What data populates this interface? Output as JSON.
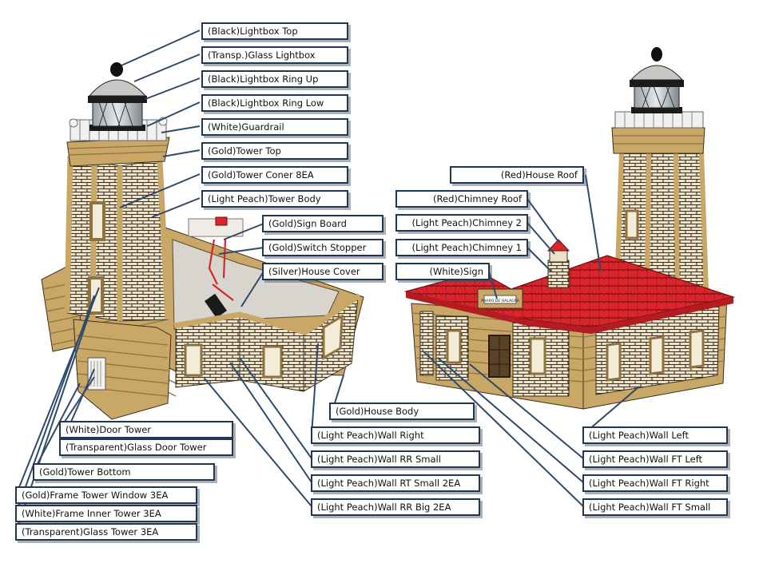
{
  "labels": {
    "lightbox_top": "(Black)Lightbox Top",
    "glass_lightbox": "(Transp.)Glass Lightbox",
    "lightbox_ring_up": "(Black)Lightbox Ring Up",
    "lightbox_ring_low": "(Black)Lightbox Ring Low",
    "guardrail": "(White)Guardrail",
    "tower_top": "(Gold)Tower Top",
    "tower_corner": "(Gold)Tower Coner 8EA",
    "tower_body": "(Light Peach)Tower Body",
    "sign_board": "(Gold)Sign Board",
    "switch_stopper": "(Gold)Switch Stopper",
    "house_cover": "(Silver)House Cover",
    "house_roof": "(Red)House Roof",
    "chimney_roof": "(Red)Chimney Roof",
    "chimney_2": "(Light Peach)Chimney  2",
    "chimney_1": "(Light Peach)Chimney  1",
    "sign": "(White)Sign",
    "door_tower": "(White)Door Tower",
    "glass_door_tower": "(Transparent)Glass Door Tower",
    "tower_bottom": "(Gold)Tower Bottom",
    "frame_tower_window": "(Gold)Frame Tower Window 3EA",
    "frame_inner_tower": "(White)Frame Inner Tower 3EA",
    "glass_tower": "(Transparent)Glass Tower 3EA",
    "house_body": "(Gold)House Body",
    "wall_right": "(Light Peach)Wall Right",
    "wall_rr_small": "(Light Peach)Wall RR Small",
    "wall_rt_small": "(Light Peach)Wall RT Small  2EA",
    "wall_rr_big": "(Light Peach)Wall RR Big 2EA",
    "wall_left": "(Light Peach)Wall  Left",
    "wall_ft_left": "(Light Peach)Wall FT Left",
    "wall_ft_right": "(Light Peach)Wall FT Right",
    "wall_ft_small": "(Light Peach)Wall FT Small"
  },
  "sign_text": "PHARO DE HALAGRA",
  "colors": {
    "gold": "#c9a766",
    "gold_dark": "#8f7240",
    "brick": "#ece2c5",
    "brick_line": "#3a2e1e",
    "roof_red": "#d8262c",
    "leader": "#2f4a6b",
    "label_border": "#22364f"
  }
}
